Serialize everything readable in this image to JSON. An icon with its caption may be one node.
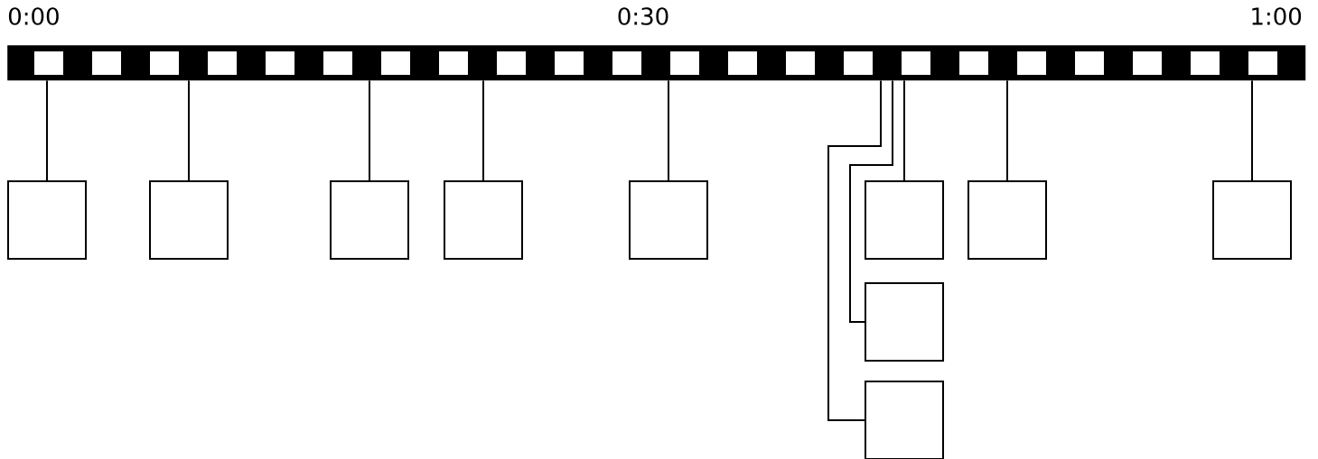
{
  "diagram": {
    "nodes": [
      {
        "text": [],
        "shape": "bar"
      },
      {
        "text": [],
        "shape": "box"
      },
      {
        "text": [],
        "shape": "box"
      },
      {
        "text": [],
        "shape": "box"
      },
      {
        "text": [],
        "shape": "box"
      },
      {
        "text": [],
        "shape": "box"
      },
      {
        "text": [],
        "shape": "box"
      },
      {
        "text": [],
        "shape": "box"
      },
      {
        "text": [],
        "shape": "box"
      },
      {
        "text": [],
        "shape": "box"
      },
      {
        "text": [],
        "shape": "box"
      }
    ],
    "edges": [
      {
        "from": 0,
        "to": 1,
        "arrow": "none"
      },
      {
        "from": 0,
        "to": 2,
        "arrow": "none"
      },
      {
        "from": 0,
        "to": 3,
        "arrow": "none"
      },
      {
        "from": 0,
        "to": 4,
        "arrow": "none"
      },
      {
        "from": 0,
        "to": 5,
        "arrow": "none"
      },
      {
        "from": 0,
        "to": 6,
        "arrow": "none"
      },
      {
        "from": 0,
        "to": 7,
        "arrow": "none"
      },
      {
        "from": 0,
        "to": 8,
        "arrow": "none"
      },
      {
        "from": 0,
        "to": 9,
        "arrow": "none"
      },
      {
        "from": 0,
        "to": 10,
        "arrow": "none"
      }
    ],
    "labels": [
      "0:00",
      "0:30",
      "1:00"
    ]
  }
}
